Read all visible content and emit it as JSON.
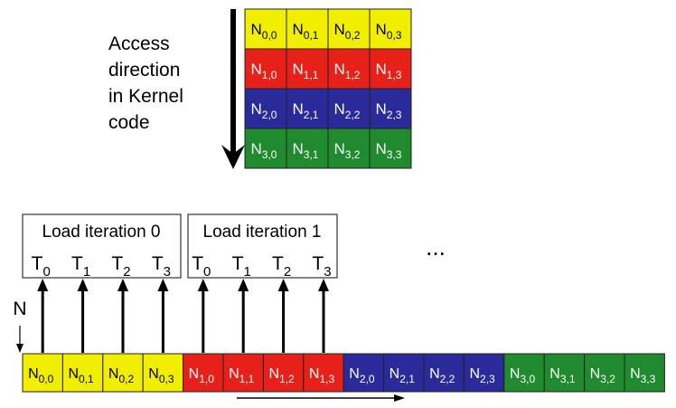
{
  "top_label_lines": [
    "Access",
    "direction",
    "in Kernel",
    "code"
  ],
  "matrix": {
    "rows": [
      [
        "N0,0",
        "N0,1",
        "N0,2",
        "N0,3"
      ],
      [
        "N1,0",
        "N1,1",
        "N1,2",
        "N1,3"
      ],
      [
        "N2,0",
        "N2,1",
        "N2,2",
        "N2,3"
      ],
      [
        "N3,0",
        "N3,1",
        "N3,2",
        "N3,3"
      ]
    ],
    "row_colors": [
      "#f2ee00",
      "#e8201a",
      "#2a2a9a",
      "#1f8a2e"
    ],
    "text_colors": [
      "#000000",
      "#ffffff",
      "#ffffff",
      "#ffffff"
    ]
  },
  "iterations": [
    {
      "label": "Load iteration 0",
      "threads": [
        "T0",
        "T1",
        "T2",
        "T3"
      ]
    },
    {
      "label": "Load iteration 1",
      "threads": [
        "T0",
        "T1",
        "T2",
        "T3"
      ]
    }
  ],
  "ellipsis": "...",
  "memory_label": "N",
  "memory_cells": [
    "N0,0",
    "N0,1",
    "N0,2",
    "N0,3",
    "N1,0",
    "N1,1",
    "N1,2",
    "N1,3",
    "N2,0",
    "N2,1",
    "N2,2",
    "N2,3",
    "N3,0",
    "N3,1",
    "N3,2",
    "N3,3"
  ],
  "colors": {
    "line": "#000000",
    "box_border": "#333333"
  }
}
